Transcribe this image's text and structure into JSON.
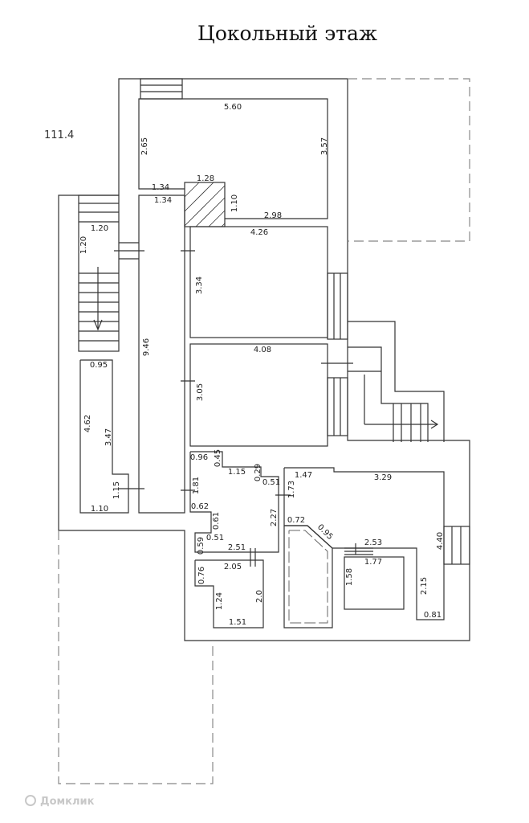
{
  "title": "Цокольный этаж",
  "total_area": "111.4",
  "watermark": "Домклик",
  "dims": {
    "r1_w": "5.60",
    "r1_l": "2.65",
    "r1_r": "3.57",
    "r1_a": "1.34",
    "r1_b": "1.34",
    "hatch_w": "1.28",
    "hatch_h": "1.10",
    "r1_bottom": "2.98",
    "r2_w": "4.26",
    "r2_h": "3.34",
    "r3_w": "4.08",
    "r3_h": "3.05",
    "corridor": "9.46",
    "stair_w": "1.20",
    "stair_h": "1.20",
    "left_top": "0.95",
    "left_h": "4.62",
    "left_inner": "3.47",
    "left_door": "1.15",
    "left_bottom": "1.10",
    "a1": "0.96",
    "a2": "0.45",
    "a3": "1.15",
    "a4": "0.29",
    "a5": "0.51",
    "a6": "1.81",
    "a7": "0.62",
    "a8": "0.61",
    "a9": "2.27",
    "a10": "0.51",
    "a11": "0.59",
    "a12": "2.51",
    "c1": "1.47",
    "c2": "3.29",
    "c3": "1.73",
    "c4": "0.72",
    "c5": "0.95",
    "c6": "4.40",
    "c7": "2.15",
    "c8": "0.81",
    "d1": "2.53",
    "d2": "1.77",
    "d3": "1.58",
    "b1": "2.05",
    "b2": "0.76",
    "b3": "1.24",
    "b4": "2.0",
    "b5": "1.51"
  }
}
